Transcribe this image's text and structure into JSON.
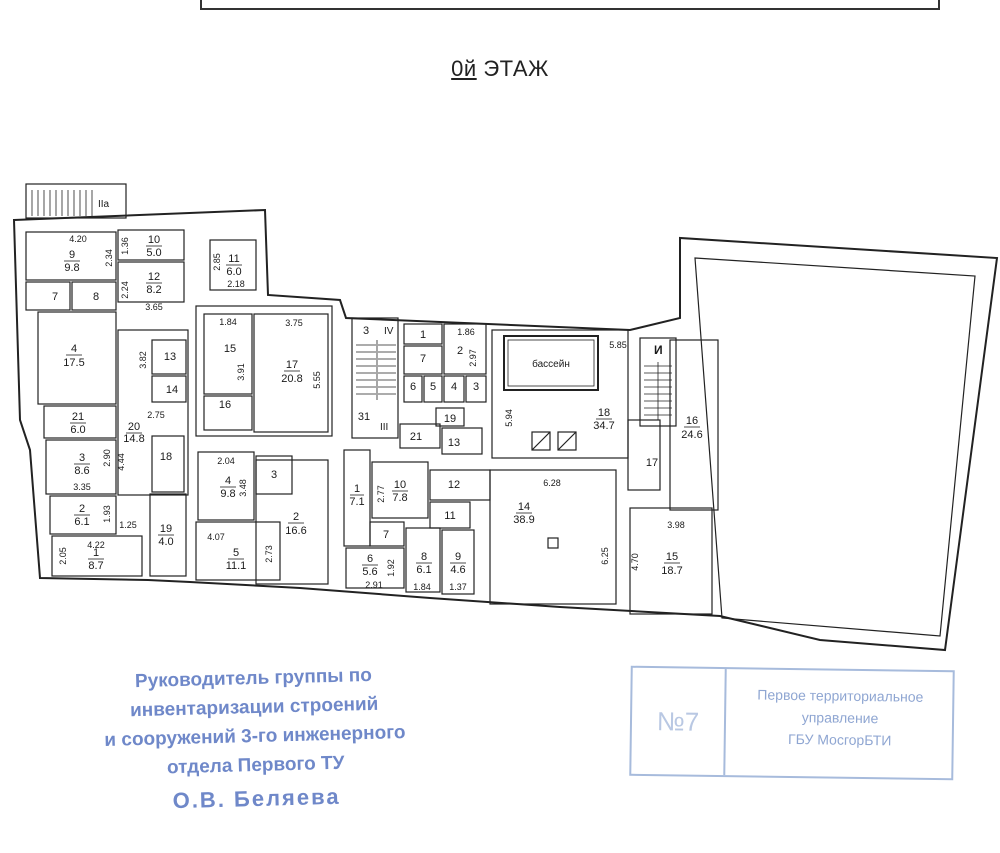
{
  "header": {
    "floor_prefix": "0й",
    "floor_word": "ЭТАЖ"
  },
  "stairs": {
    "exit_label": "IIa",
    "label_iv": "IV",
    "label_iii": "III",
    "label_i": "И"
  },
  "rooms": [
    {
      "id": "r9",
      "num": "9",
      "area": "9.8"
    },
    {
      "id": "r10a",
      "num": "10",
      "area": "5.0"
    },
    {
      "id": "r11a",
      "num": "11",
      "area": "6.0"
    },
    {
      "id": "r12a",
      "num": "12",
      "area": "8.2"
    },
    {
      "id": "r7a",
      "num": "7",
      "area": ""
    },
    {
      "id": "r8a",
      "num": "8",
      "area": ""
    },
    {
      "id": "r4a",
      "num": "4",
      "area": "17.5"
    },
    {
      "id": "r21a",
      "num": "21",
      "area": "6.0"
    },
    {
      "id": "r20",
      "num": "20",
      "area": "14.8"
    },
    {
      "id": "r13a",
      "num": "13",
      "area": ""
    },
    {
      "id": "r14a",
      "num": "14",
      "area": ""
    },
    {
      "id": "r3a",
      "num": "3",
      "area": "8.6"
    },
    {
      "id": "r2a",
      "num": "2",
      "area": "6.1"
    },
    {
      "id": "r1a",
      "num": "1",
      "area": "8.7"
    },
    {
      "id": "r18a",
      "num": "18",
      "area": ""
    },
    {
      "id": "r19a",
      "num": "19",
      "area": "4.0"
    },
    {
      "id": "r15a",
      "num": "15",
      "area": ""
    },
    {
      "id": "r16a",
      "num": "16",
      "area": ""
    },
    {
      "id": "r17a",
      "num": "17",
      "area": "20.8"
    },
    {
      "id": "r4b",
      "num": "4",
      "area": "9.8"
    },
    {
      "id": "r3b",
      "num": "3",
      "area": ""
    },
    {
      "id": "r2b",
      "num": "2",
      "area": "16.6"
    },
    {
      "id": "r5b",
      "num": "5",
      "area": "11.1"
    },
    {
      "id": "r3c",
      "num": "3",
      "area": ""
    },
    {
      "id": "r31",
      "num": "31",
      "area": ""
    },
    {
      "id": "r1c",
      "num": "1",
      "area": ""
    },
    {
      "id": "r2c",
      "num": "2",
      "area": ""
    },
    {
      "id": "r7c",
      "num": "7",
      "area": ""
    },
    {
      "id": "r6c",
      "num": "6",
      "area": ""
    },
    {
      "id": "r5c",
      "num": "5",
      "area": ""
    },
    {
      "id": "r4c",
      "num": "4",
      "area": ""
    },
    {
      "id": "r3d",
      "num": "3",
      "area": ""
    },
    {
      "id": "r19c",
      "num": "19",
      "area": ""
    },
    {
      "id": "r21c",
      "num": "21",
      "area": ""
    },
    {
      "id": "r13c",
      "num": "13",
      "area": ""
    },
    {
      "id": "r1d",
      "num": "1",
      "area": "7.1"
    },
    {
      "id": "r10c",
      "num": "10",
      "area": "7.8"
    },
    {
      "id": "r12c",
      "num": "12",
      "area": ""
    },
    {
      "id": "r11c",
      "num": "11",
      "area": ""
    },
    {
      "id": "r7d",
      "num": "7",
      "area": ""
    },
    {
      "id": "r6d",
      "num": "6",
      "area": "5.6"
    },
    {
      "id": "r8d",
      "num": "8",
      "area": "6.1"
    },
    {
      "id": "r9d",
      "num": "9",
      "area": "4.6"
    },
    {
      "id": "r18e",
      "num": "18",
      "area": "34.7"
    },
    {
      "id": "r14e",
      "num": "14",
      "area": "38.9"
    },
    {
      "id": "r17e",
      "num": "17",
      "area": ""
    },
    {
      "id": "r16e",
      "num": "16",
      "area": "24.6"
    },
    {
      "id": "r15e",
      "num": "15",
      "area": "18.7"
    }
  ],
  "pool_label": "бассейн",
  "dimensions": {
    "d_420": "4.20",
    "d_136": "1.36",
    "d_234": "2.34",
    "d_224": "2.24",
    "d_365": "3.65",
    "d_285": "2.85",
    "d_218": "2.18",
    "d_184": "1.84",
    "d_375": "3.75",
    "d_391": "3.91",
    "d_555": "5.55",
    "d_382": "3.82",
    "d_275": "2.75",
    "d_290": "2.90",
    "d_444": "4.44",
    "d_335": "3.35",
    "d_193": "1.93",
    "d_125": "1.25",
    "d_422": "4.22",
    "d_205": "2.05",
    "d_204": "2.04",
    "d_348": "3.48",
    "d_407": "4.07",
    "d_273": "2.73",
    "d_186": "1.86",
    "d_297": "2.97",
    "d_277": "2.77",
    "d_192": "1.92",
    "d_291": "2.91",
    "d_184b": "1.84",
    "d_137": "1.37",
    "d_585": "5.85",
    "d_594": "5.94",
    "d_628": "6.28",
    "d_625": "6.25",
    "d_398": "3.98",
    "d_470": "4.70"
  },
  "stamp": {
    "line1": "Руководитель группы по",
    "line2": "инвентаризации строений",
    "line3": "и сооружений 3-го инженерного",
    "line4": "отдела Первого ТУ",
    "name": "О.В. Беляева",
    "box_number": "№7",
    "org_line1": "Первое территориальное",
    "org_line2": "управление",
    "org_line3": "ГБУ МосгорБТИ"
  }
}
